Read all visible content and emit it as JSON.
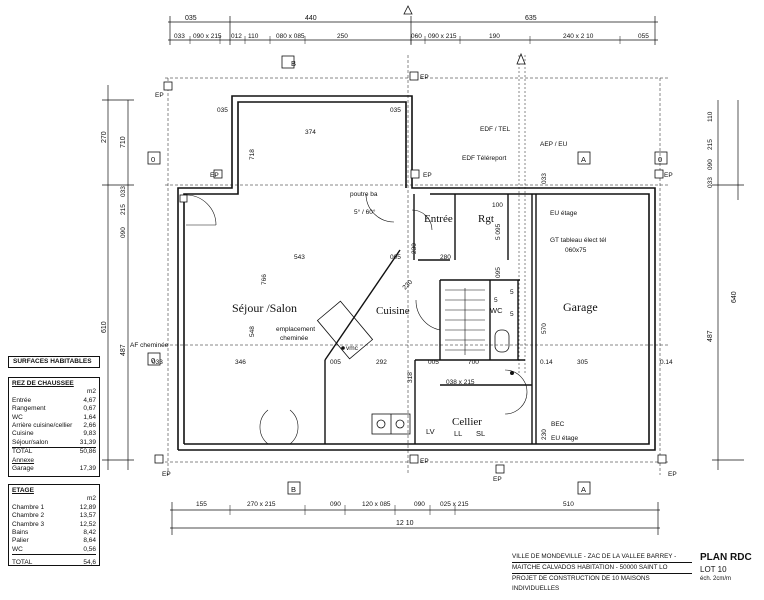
{
  "top_dims_row1": [
    "035",
    "440",
    "635"
  ],
  "top_dims_row2": [
    "033",
    "090 x 215",
    "012",
    "110",
    "080 x 085",
    "250",
    "060",
    "090 x 215",
    "190",
    "240 x 2 10",
    "055"
  ],
  "left_dims": [
    "270",
    "710",
    "090",
    "215",
    "033",
    "610",
    "487"
  ],
  "right_dims": [
    "110",
    "215",
    "090",
    "033",
    "640",
    "487"
  ],
  "bottom_dims_row1": [
    "155",
    "270 x 215",
    "090",
    "120 x 085",
    "090",
    "025 x 215",
    "510"
  ],
  "bottom_total": "12 10",
  "interior_dims": {
    "d374": "374",
    "d718": "718",
    "d766": "766",
    "d543": "543",
    "d005a": "005",
    "d280": "280",
    "d230a": "230",
    "d548": "548",
    "d346": "346",
    "d005b": "005",
    "d292": "292",
    "d005c": "005",
    "d318": "318",
    "d570": "570",
    "d305": "305",
    "d014a": "0.14",
    "d014b": "0.14",
    "d033": "033",
    "d035a": "035",
    "d035b": "035",
    "d230b": "230",
    "d095": "095",
    "d5095": "5  095",
    "d100": "100",
    "d060x75": "060x75",
    "d038x215": "038 x 215",
    "d5": "5",
    "d5b": "5",
    "d5c": "5",
    "d700": "700",
    "d540": "5° / 60°",
    "d230c": "230"
  },
  "rooms": {
    "sejour": "Séjour /Salon",
    "cuisine": "Cuisine",
    "entree": "Entrée",
    "rgt": "Rgt",
    "wc": "WC",
    "garage": "Garage",
    "cellier": "Cellier"
  },
  "annotations": {
    "edf_tel": "EDF / TEL",
    "aep_eu": "AEP / EU",
    "edf_tele": "EDF Téléreport",
    "poutre": "poutre ba",
    "eu_etage_top": "EU étage",
    "gt_tableau": "GT tableau élect tél",
    "emplacement": "emplacement",
    "cheminee": "cheminée",
    "vmc": "vmc",
    "af_cheminee": "AF cheminée",
    "bec": "BEC",
    "eu_etage_bot": "EU étage",
    "lv": "LV",
    "ll": "LL",
    "sl": "SL",
    "ep": "EP",
    "sec_b": "B",
    "sec_a": "A",
    "sec_0": "0"
  },
  "surfaces": {
    "title": "SURFACES HABITABLES",
    "rdc": {
      "heading": "REZ DE CHAUSSEE",
      "unit": "m2",
      "rows": [
        {
          "name": "Entrée",
          "value": "4,67"
        },
        {
          "name": "Rangement",
          "value": "0,67"
        },
        {
          "name": "WC",
          "value": "1,64"
        },
        {
          "name": "Arrière cuisine/cellier",
          "value": "2,66"
        },
        {
          "name": "Cuisine",
          "value": "9,83"
        },
        {
          "name": "Séjour/salon",
          "value": "31,39"
        }
      ],
      "total_label": "TOTAL",
      "total_value": "50,86",
      "annexe_label": "Annexe",
      "annexe_name": "Garage",
      "annexe_value": "17,39"
    },
    "etage": {
      "heading": "ETAGE",
      "unit": "m2",
      "rows": [
        {
          "name": "Chambre 1",
          "value": "12,89"
        },
        {
          "name": "Chambre 2",
          "value": "13,57"
        },
        {
          "name": "Chambre 3",
          "value": "12,52"
        },
        {
          "name": "Bains",
          "value": "8,42"
        },
        {
          "name": "Palier",
          "value": "8,64"
        },
        {
          "name": "WC",
          "value": "0,56"
        }
      ],
      "total_label": "TOTAL",
      "total_value": "54,6"
    }
  },
  "title_block": {
    "line1": "VILLE DE MONDEVILLE   -   ZAC DE LA VALLEE BARREY -",
    "line2": "MAITCHE CALVADOS HABITATION - 50000 SAINT LO",
    "line3": "PROJET DE CONSTRUCTION DE 10 MAISONS INDIVIDUELLES",
    "plan_name": "PLAN RDC",
    "lot": "LOT 10",
    "scale": "éch. 2cm/m"
  }
}
